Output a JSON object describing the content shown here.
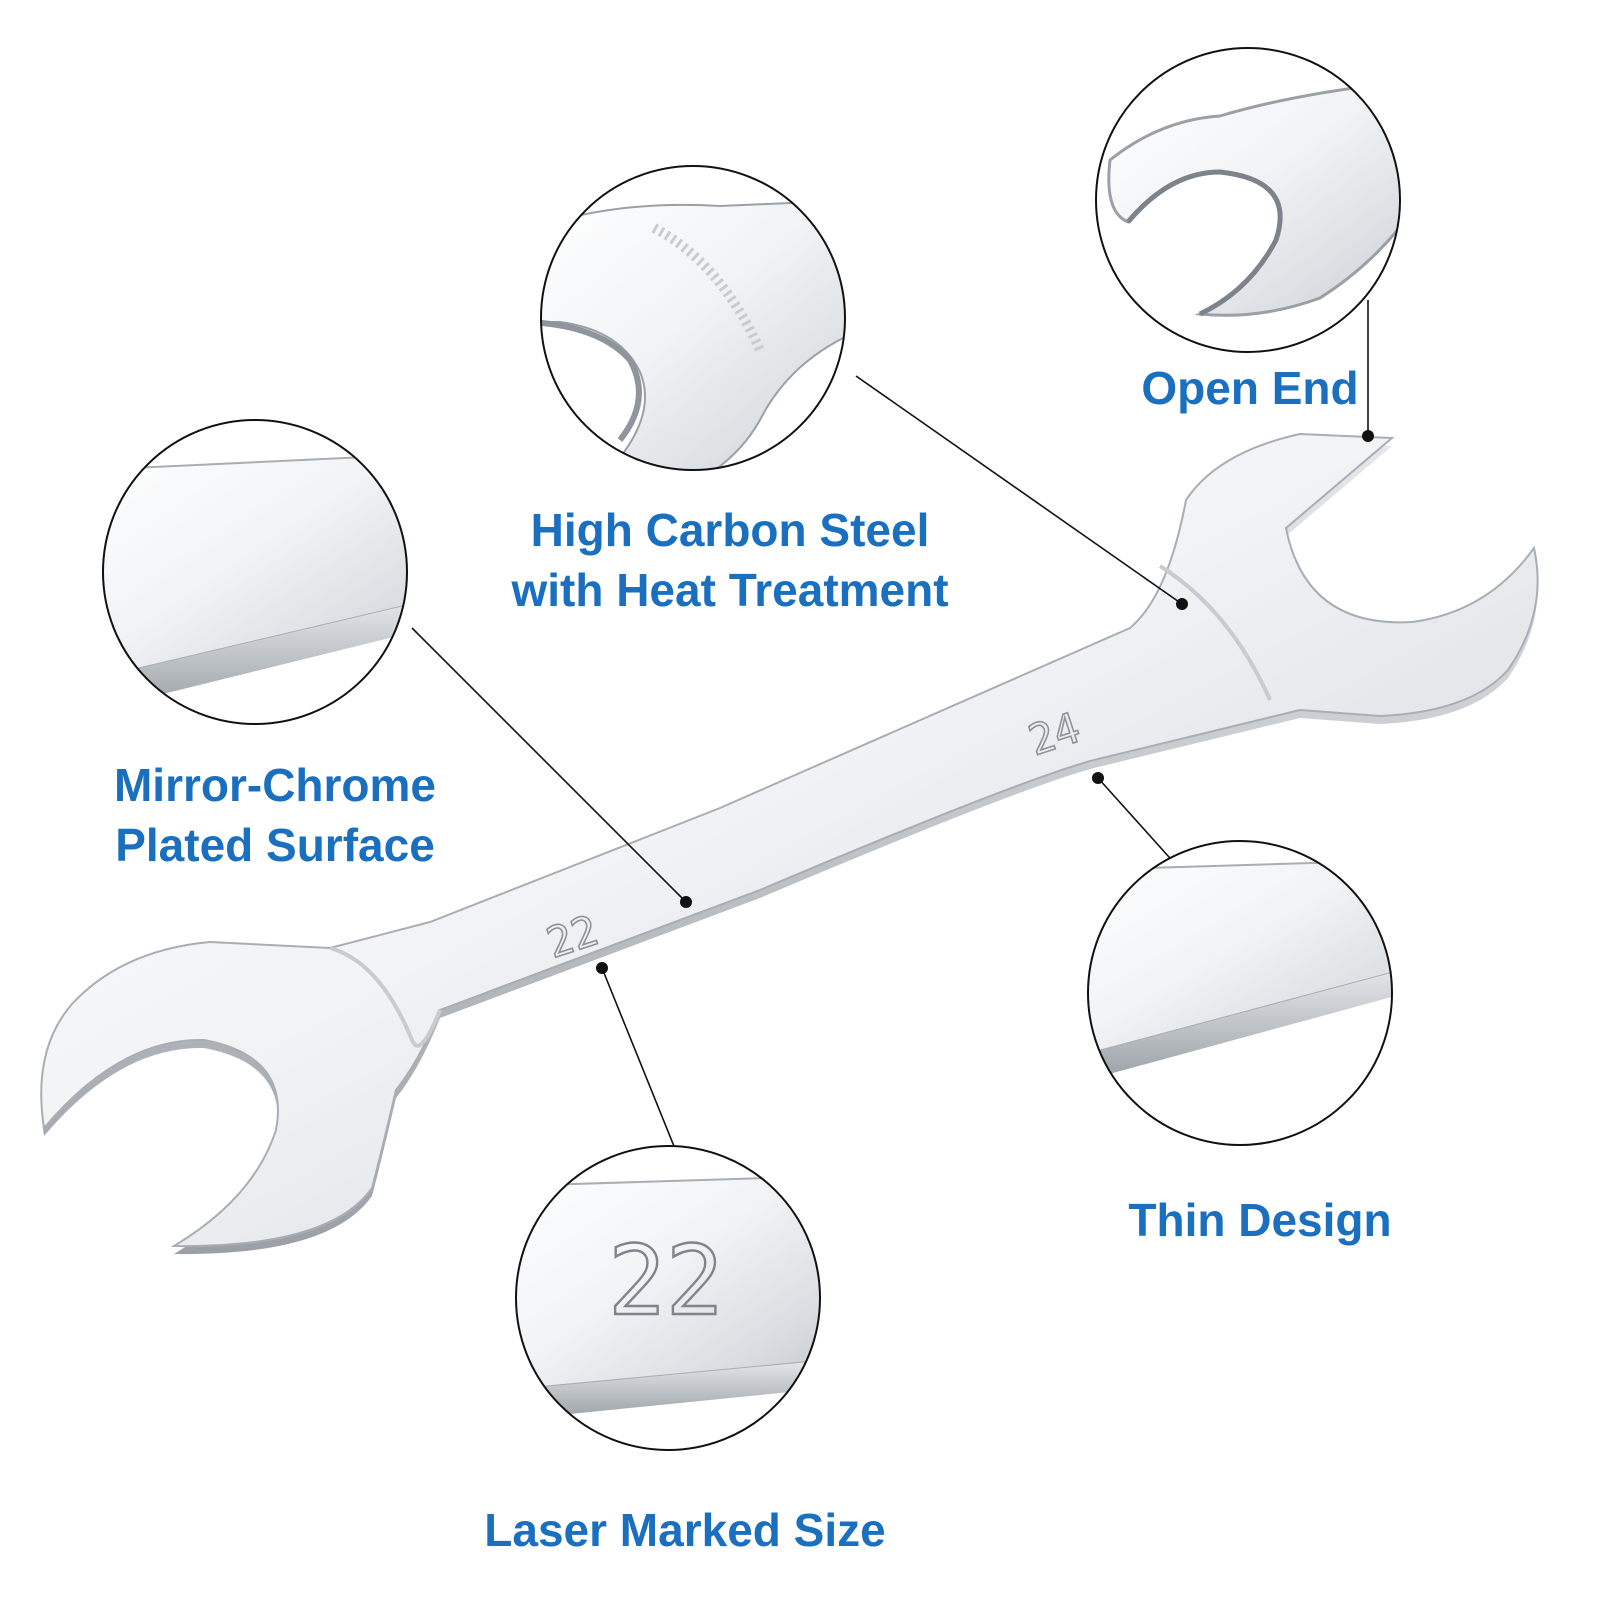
{
  "callouts": {
    "open_end": {
      "lines": [
        "Open End"
      ]
    },
    "high_carbon_steel": {
      "lines": [
        "High Carbon Steel",
        "with Heat Treatment"
      ]
    },
    "mirror_chrome": {
      "lines": [
        "Mirror-Chrome",
        "Plated Surface"
      ]
    },
    "thin_design": {
      "lines": [
        "Thin Design"
      ]
    },
    "laser_marked_size": {
      "lines": [
        "Laser Marked Size"
      ]
    }
  },
  "wrench": {
    "size_small_end": "22",
    "size_large_end": "24"
  },
  "colors": {
    "label_text": "#1a6fbf",
    "leader_line": "#111111",
    "circle_outline": "#111111",
    "chrome_light": "#f4f6f8",
    "chrome_shadow": "#b9bec4"
  }
}
